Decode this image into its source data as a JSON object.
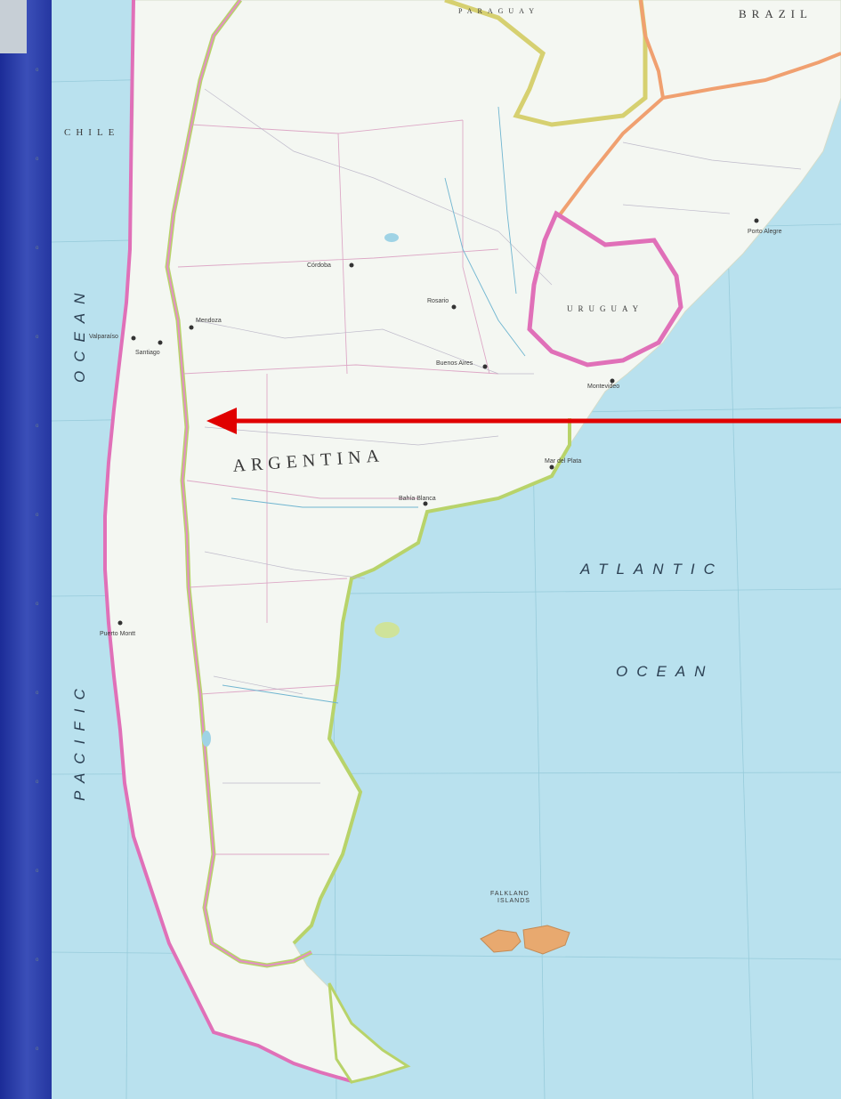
{
  "map": {
    "countries": {
      "argentina": "ARGENTINA",
      "chile": "CHILE",
      "uruguay": "URUGUAY",
      "paraguay": "PARAGUAY",
      "brazil": "BRAZIL"
    },
    "oceans": {
      "pacific_1": "OCEAN",
      "pacific_2": "PACIFIC",
      "atlantic_1": "ATLANTIC",
      "atlantic_2": "OCEAN"
    },
    "islands": {
      "falkland_1": "FALKLAND",
      "falkland_2": "ISLANDS"
    },
    "cities": [
      "Montevideo",
      "Buenos Aires",
      "Bahía Blanca",
      "Mar del Plata",
      "Santiago",
      "Valparaíso",
      "Mendoza",
      "Córdoba",
      "Rosario",
      "Puerto Montt",
      "Porto Alegre"
    ],
    "colors": {
      "ocean": "#b9e1ee",
      "land": "#f4f7f2",
      "argentina_border": "#b8d36a",
      "chile_border": "#e070b8",
      "arrow": "#e00000",
      "frame": "#23359f"
    }
  }
}
